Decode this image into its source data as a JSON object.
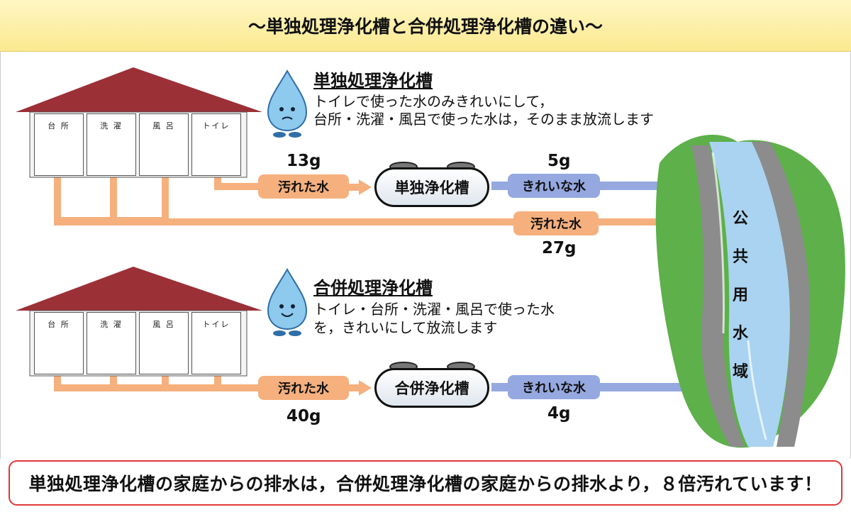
{
  "banner": {
    "title": "～単独処理浄化槽と合併処理浄化槽の違い～"
  },
  "rooms": [
    "台 所",
    "洗 濯",
    "風 呂",
    "トイレ"
  ],
  "single": {
    "title": "単独処理浄化槽",
    "desc_line1": "トイレで使った水のみきれいにして，",
    "desc_line2": "台所・洗濯・風呂で使った水は，そのまま放流します",
    "tank_label": "単独浄化槽",
    "in_label": "汚れた水",
    "in_amount": "13g",
    "out_label": "きれいな水",
    "out_amount": "5g",
    "bypass_label": "汚れた水",
    "bypass_amount": "27g"
  },
  "combined": {
    "title": "合併処理浄化槽",
    "desc_line1": "トイレ・台所・洗濯・風呂で使った水",
    "desc_line2": "を，きれいにして放流します",
    "tank_label": "合併浄化槽",
    "in_label": "汚れた水",
    "in_amount": "40g",
    "out_label": "きれいな水",
    "out_amount": "4g"
  },
  "river": {
    "chars": [
      "公",
      "共",
      "用",
      "水",
      "域"
    ]
  },
  "message": "単独処理浄化槽の家庭からの排水は，合併処理浄化槽の家庭からの排水より，８倍汚れています！",
  "colors": {
    "roof": "#9b3036",
    "dirty_pipe": "#f5b07e",
    "clean_pipe": "#95a8e0",
    "banner": "#fbe98f",
    "border_red": "#e03838",
    "water": "#a9d3f0"
  }
}
